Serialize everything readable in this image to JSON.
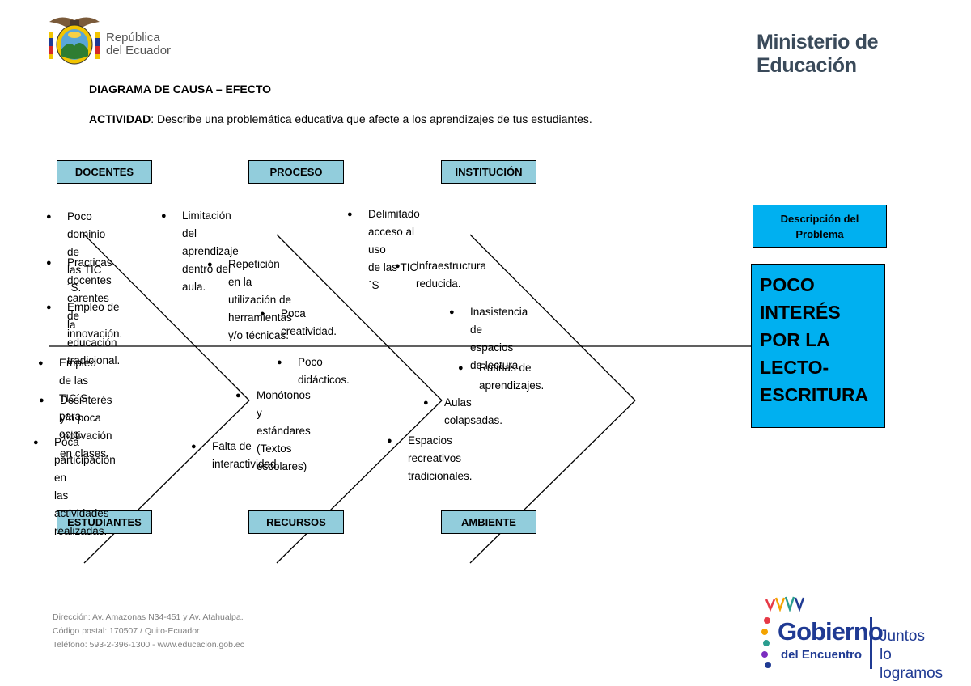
{
  "header": {
    "republic_logo_text": "República\ndel Ecuador",
    "ministry": "Ministerio de Educación"
  },
  "title": "DIAGRAMA DE CAUSA – EFECTO",
  "activity": {
    "label": "ACTIVIDAD",
    "text": ": Describe una problemática educativa que afecte a los aprendizajes de tus estudiantes."
  },
  "categories": {
    "docentes": "DOCENTES",
    "proceso": "PROCESO",
    "institucion": "INSTITUCIÓN",
    "estudiantes": "ESTUDIANTES",
    "recursos": "RECURSOS",
    "ambiente": "AMBIENTE"
  },
  "causes": {
    "docentes": [
      "Poco dominio de\nlas TIC´S.",
      "Practicas docentes\ncarentes de innovación.",
      "Empleo de la educación\ntradicional."
    ],
    "proceso": [
      "Limitación del aprendizaje\ndentro del aula.",
      "Repetición en la utilización de\nherramientas y/o técnicas.",
      "Poca creatividad."
    ],
    "institucion": [
      "Delimitado acceso al uso\nde las TIC´S",
      "Infraestructura reducida.",
      "Inasistencia de espacios\nde lectura."
    ],
    "estudiantes": [
      "Empleo de las TIC´S para\nocio.",
      "Desinterés y/o poca\nmotivación en clases.",
      "Poca participación en\nlas actividades\nrealizadas."
    ],
    "recursos": [
      "Poco didácticos.",
      "Monótonos y estándares\n(Textos escolares)",
      "Falta de interactividad."
    ],
    "ambiente": [
      "Rutinas de aprendizajes.",
      "Aulas colapsadas.",
      "Espacios recreativos\ntradicionales."
    ]
  },
  "problem": {
    "description_label": "Descripción del\nProblema",
    "text": "POCO\nINTERÉS\nPOR LA\nLECTO-\nESCRITURA"
  },
  "footer": {
    "address": "Dirección: Av. Amazonas N34-451 y Av. Atahualpa.",
    "postal": "Código postal: 170507 / Quito-Ecuador",
    "phone": "Teléfono: 593-2-396-1300 - www.educacion.gob.ec"
  },
  "gov_logo": {
    "name": "Gobierno",
    "sub": "del Encuentro",
    "slogan": "Juntos\nlo logramos"
  },
  "colors": {
    "category_fill": "#92cddc",
    "problem_fill": "#00b0f0",
    "ministry_text": "#3a4a5a",
    "gov_blue": "#1f3a93",
    "footer_gray": "#808080"
  }
}
